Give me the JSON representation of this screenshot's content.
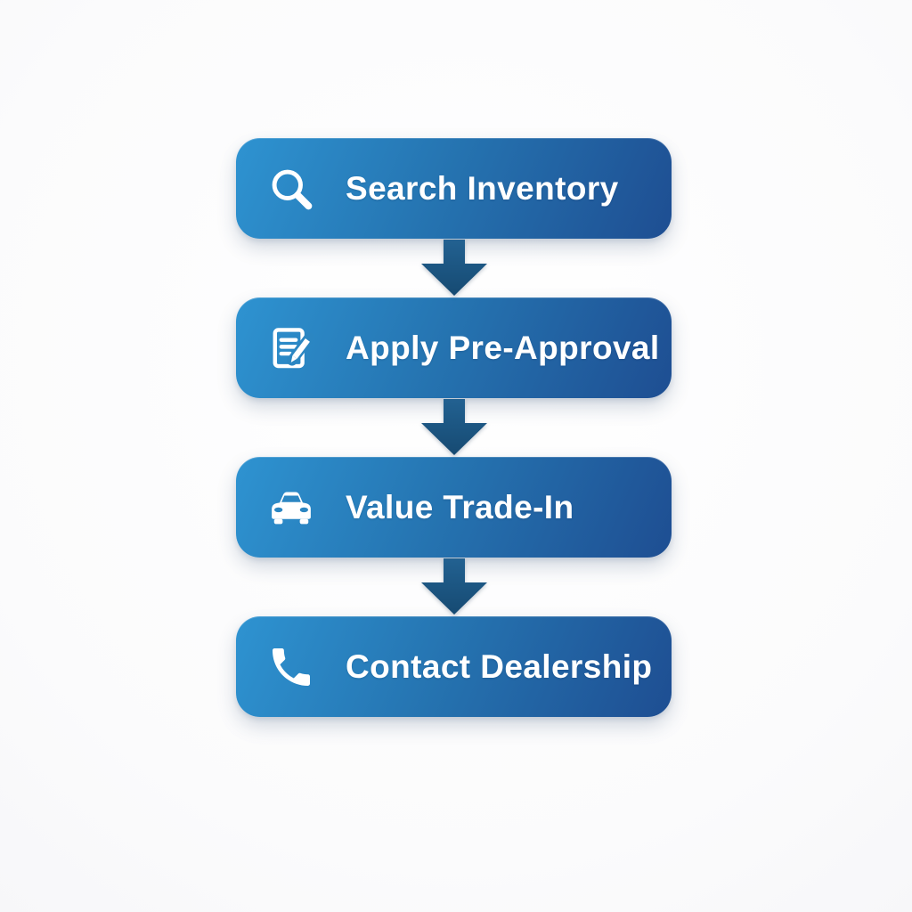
{
  "flow": {
    "steps": [
      {
        "label": "Search Inventory",
        "icon": "search-icon"
      },
      {
        "label": "Apply Pre-Approval",
        "icon": "document-edit-icon"
      },
      {
        "label": "Value Trade-In",
        "icon": "car-icon"
      },
      {
        "label": "Contact Dealership",
        "icon": "phone-icon"
      }
    ],
    "colors": {
      "button_gradient_start": "#2e93d1",
      "button_gradient_end": "#1e4e92",
      "arrow_top": "#226191",
      "arrow_bottom": "#164a72",
      "label_color": "#ffffff",
      "icon_color": "#ffffff",
      "icon_cutout": "#2b86c2",
      "background": "#fcfcfd"
    }
  }
}
